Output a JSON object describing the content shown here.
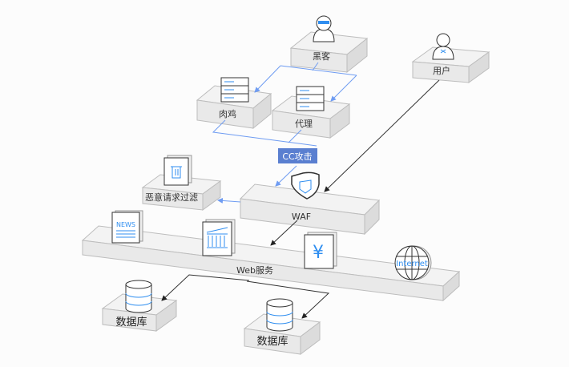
{
  "nodes": {
    "hacker": "黑客",
    "user": "用户",
    "zombie": "肉鸡",
    "proxy": "代理",
    "cc_attack": "CC攻击",
    "waf": "WAF",
    "filter": "恶意请求过滤",
    "web": "Web服务",
    "db1": "数据库",
    "db2": "数据库"
  },
  "icons": {
    "news": "NEWS",
    "internet": "Internet",
    "yen": "¥"
  },
  "colors": {
    "accent_blue": "#6f9cf2",
    "cc_box": "#5a7fd0",
    "icon_blue": "#2f8ef0"
  }
}
